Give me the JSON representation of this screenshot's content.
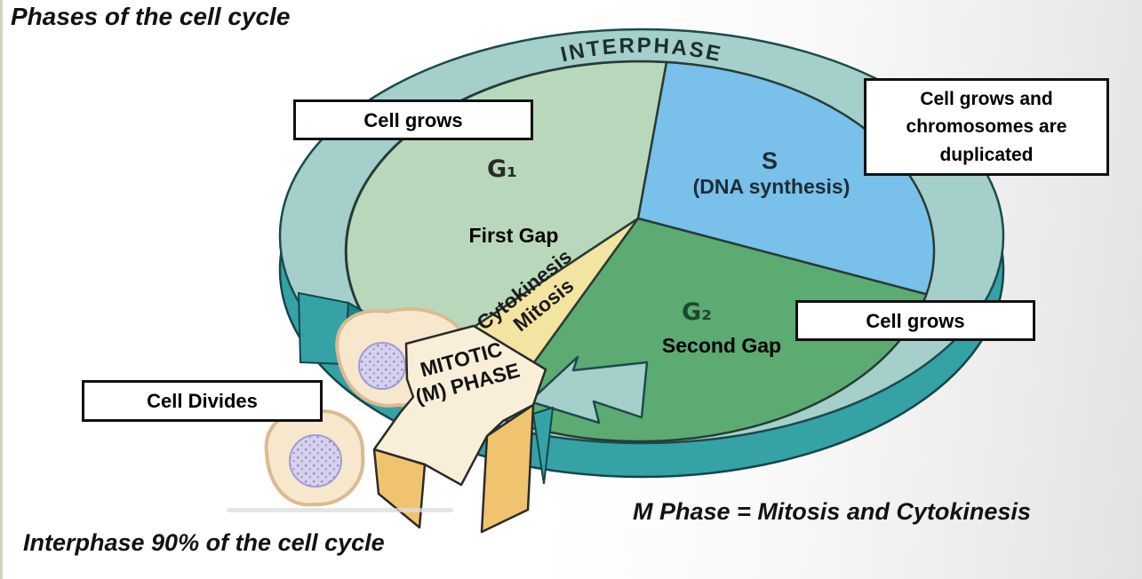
{
  "page": {
    "title": "Phases of the cell cycle",
    "footnote_left": "Interphase 90% of the cell cycle",
    "footnote_right": "M Phase = Mitosis and Cytokinesis"
  },
  "diagram": {
    "ring_label": "INTERPHASE",
    "phases": {
      "g1": {
        "symbol": "G₁",
        "name": "First Gap"
      },
      "s": {
        "symbol": "S",
        "name": "(DNA synthesis)"
      },
      "g2": {
        "symbol": "G₂",
        "name": "Second Gap"
      },
      "m": {
        "line1": "MITOTIC",
        "line2": "(M) PHASE"
      },
      "cytokinesis": {
        "line1": "Cytokinesis",
        "line2": "Mitosis"
      }
    },
    "callouts": {
      "g1": "Cell grows",
      "s": "Cell grows and chromosomes are duplicated",
      "g2": "Cell grows",
      "m": "Cell Divides"
    },
    "colors": {
      "ring_top": "#a4cfcb",
      "ring_side": "#35a2a6",
      "ring_cut": "#1d858c",
      "g1_fill": "#b9d8bb",
      "s_fill": "#79c0ea",
      "g2_fill": "#5cab72",
      "wedge_fill": "#f3e4a2",
      "arrow_top": "#f9efd9",
      "arrow_side": "#f0c46e",
      "cell_body": "#f6e7cd",
      "nucleus_fill": "#d6d2ee"
    }
  }
}
